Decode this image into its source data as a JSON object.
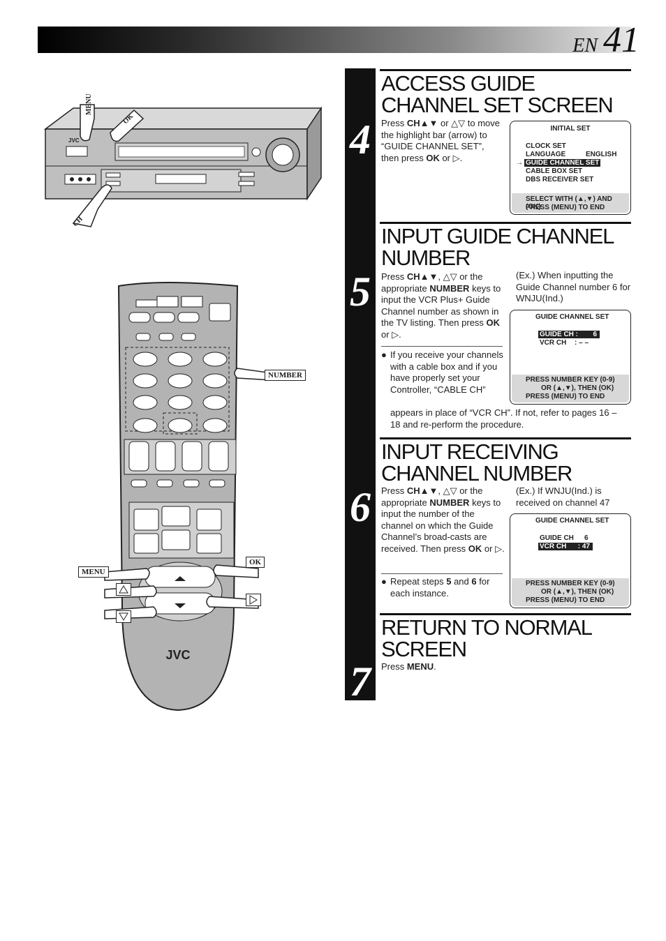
{
  "header": {
    "lang": "EN",
    "page_number": "41"
  },
  "illustration": {
    "vcr_labels": {
      "menu": "MENU",
      "ok": "OK",
      "ch": "CH",
      "brand": "JVC"
    },
    "remote_labels": {
      "number": "NUMBER",
      "menu": "MENU",
      "ok": "OK",
      "brand": "JVC"
    }
  },
  "step4": {
    "number": "4",
    "heading": "ACCESS GUIDE CHANNEL SET SCREEN",
    "text_parts": [
      "Press ",
      "CH▲▼",
      " or △▽ to move the highlight bar (arrow) to “GUIDE CHANNEL SET”, then press ",
      "OK",
      " or ▷."
    ],
    "screen": {
      "title": "INITIAL SET",
      "clock": "CLOCK SET",
      "language": "LANGUAGE",
      "language_value": "ENGLISH",
      "arrow": "→",
      "guide": "GUIDE CHANNEL SET",
      "cable": "CABLE BOX SET",
      "dbs": "DBS RECEIVER SET",
      "footer1": "SELECT WITH (▲,▼) AND (OK)",
      "footer2": "PRESS (MENU) TO END"
    }
  },
  "step5": {
    "number": "5",
    "heading": "INPUT GUIDE CHANNEL NUMBER",
    "text_parts": [
      "Press ",
      "CH▲▼",
      ", △▽ or the appropriate ",
      "NUMBER",
      " keys to input the VCR Plus+ Guide Channel number as shown in the TV listing. Then press ",
      "OK",
      " or ▷."
    ],
    "example": "(Ex.) When inputting the Guide Channel number 6 for WNJU(Ind.)",
    "bullet": "If you receive your channels with a cable box and if you have properly set your Controller, “CABLE CH”",
    "bullet_cont": "appears in place of “VCR CH”. If not, refer to pages 16 – 18 and re-perform the procedure.",
    "screen": {
      "title": "GUIDE CHANNEL SET",
      "guide_label": "GUIDE CH :",
      "guide_value": "6",
      "vcr_label": "VCR CH",
      "vcr_value": ": – –",
      "footer1": "PRESS NUMBER KEY (0-9)",
      "footer2": "OR (▲,▼),  THEN (OK)",
      "footer3": "PRESS (MENU) TO END"
    }
  },
  "step6": {
    "number": "6",
    "heading": "INPUT RECEIVING CHANNEL NUMBER",
    "text_parts": [
      "Press ",
      "CH▲▼",
      ", △▽ or the appropriate ",
      "NUMBER",
      " keys to input the number of the channel on which the Guide Channel’s broad-casts are received. Then press ",
      "OK",
      " or ▷."
    ],
    "example": "(Ex.) If WNJU(Ind.) is received on channel 47",
    "bullet_parts": [
      "Repeat steps ",
      "5",
      " and ",
      "6",
      " for each instance."
    ],
    "screen": {
      "title": "GUIDE CHANNEL SET",
      "guide_label": "GUIDE CH",
      "guide_value": "6",
      "vcr_label": "VCR CH",
      "vcr_value": ": 47",
      "footer1": "PRESS NUMBER KEY (0-9)",
      "footer2": "OR (▲,▼),  THEN (OK)",
      "footer3": "PRESS (MENU) TO END"
    }
  },
  "step7": {
    "number": "7",
    "heading": "RETURN TO NORMAL SCREEN",
    "text_parts": [
      "Press ",
      "MENU",
      "."
    ]
  }
}
